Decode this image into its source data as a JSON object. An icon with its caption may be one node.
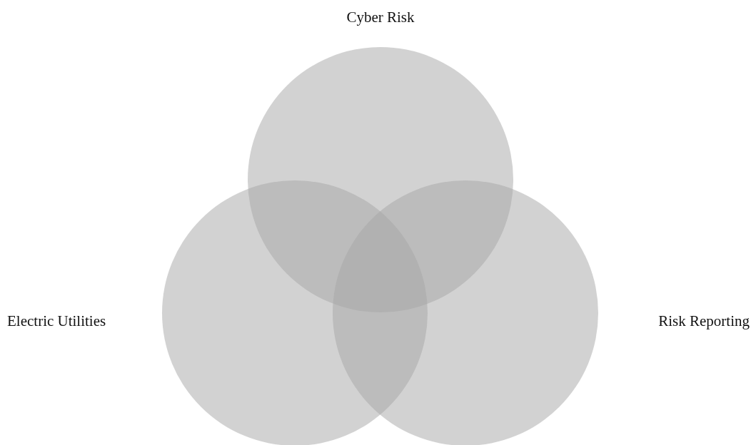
{
  "diagram": {
    "nodes": [
      {
        "text": [
          "Cyber Risk"
        ]
      },
      {
        "text": [
          "Electric Utilities"
        ]
      },
      {
        "text": [
          "Risk Reporting"
        ]
      }
    ]
  }
}
